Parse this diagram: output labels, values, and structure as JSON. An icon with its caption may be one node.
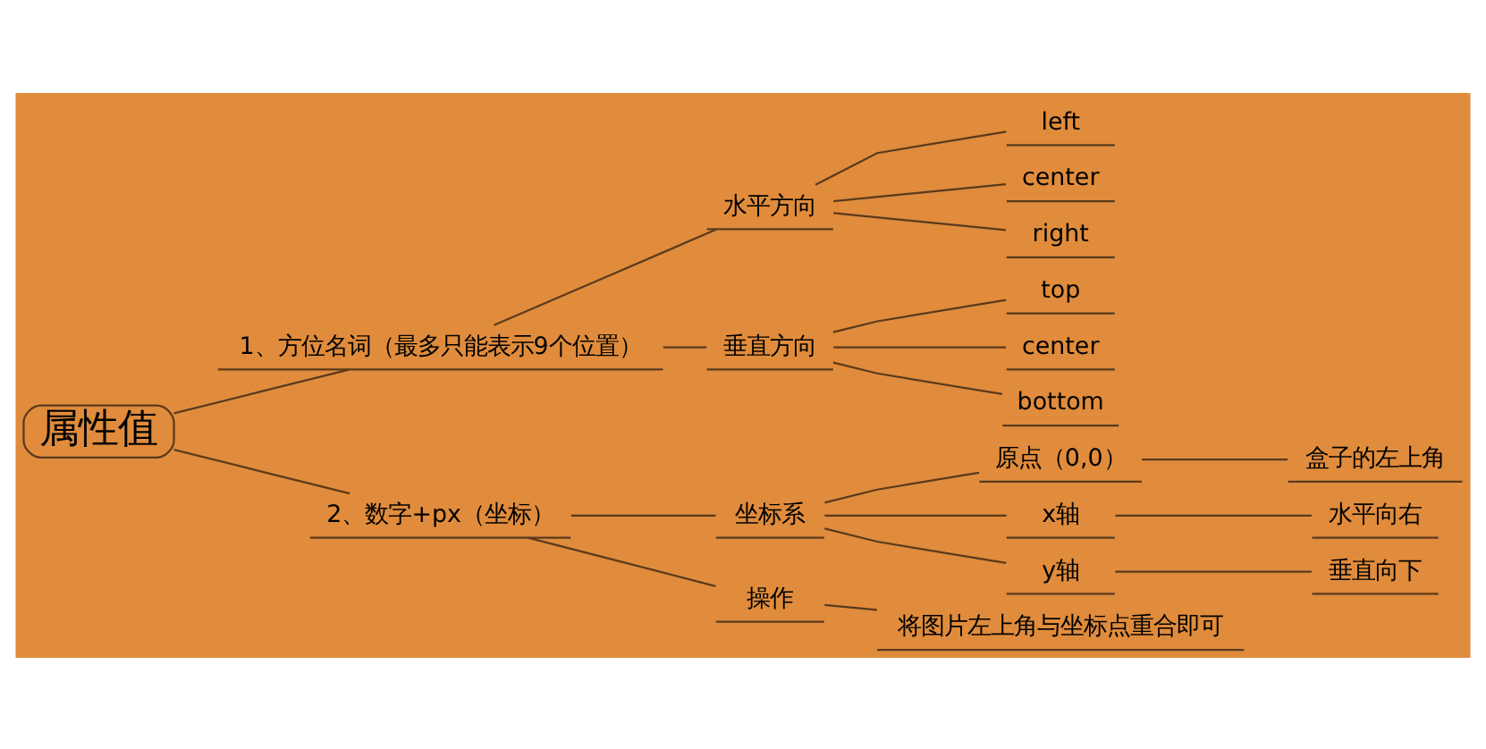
{
  "diagram": {
    "nodes": [
      {
        "text": [
          "属性值"
        ]
      },
      {
        "text": [
          "1、方位名词（最多只能表示9个位置）"
        ]
      },
      {
        "text": [
          "水平方向"
        ]
      },
      {
        "text": [
          "left"
        ]
      },
      {
        "text": [
          "center"
        ]
      },
      {
        "text": [
          "right"
        ]
      },
      {
        "text": [
          "垂直方向"
        ]
      },
      {
        "text": [
          "top"
        ]
      },
      {
        "text": [
          "center"
        ]
      },
      {
        "text": [
          "bottom"
        ]
      },
      {
        "text": [
          "2、数字+px（坐标）"
        ]
      },
      {
        "text": [
          "坐标系"
        ]
      },
      {
        "text": [
          "原点（0,0）"
        ]
      },
      {
        "text": [
          "盒子的左上角"
        ]
      },
      {
        "text": [
          "x轴"
        ]
      },
      {
        "text": [
          "水平向右"
        ]
      },
      {
        "text": [
          "y轴"
        ]
      },
      {
        "text": [
          "垂直向下"
        ]
      },
      {
        "text": [
          "操作"
        ]
      },
      {
        "text": [
          "将图片左上角与坐标点重合即可"
        ]
      }
    ],
    "edges": [
      {
        "from": 0,
        "to": 1,
        "arrow": "none"
      },
      {
        "from": 1,
        "to": 2,
        "arrow": "none"
      },
      {
        "from": 2,
        "to": 3,
        "arrow": "none"
      },
      {
        "from": 2,
        "to": 4,
        "arrow": "none"
      },
      {
        "from": 2,
        "to": 5,
        "arrow": "none"
      },
      {
        "from": 1,
        "to": 6,
        "arrow": "none"
      },
      {
        "from": 6,
        "to": 7,
        "arrow": "none"
      },
      {
        "from": 6,
        "to": 8,
        "arrow": "none"
      },
      {
        "from": 6,
        "to": 9,
        "arrow": "none"
      },
      {
        "from": 0,
        "to": 10,
        "arrow": "none"
      },
      {
        "from": 10,
        "to": 11,
        "arrow": "none"
      },
      {
        "from": 11,
        "to": 12,
        "arrow": "none"
      },
      {
        "from": 12,
        "to": 13,
        "arrow": "none"
      },
      {
        "from": 11,
        "to": 14,
        "arrow": "none"
      },
      {
        "from": 14,
        "to": 15,
        "arrow": "none"
      },
      {
        "from": 11,
        "to": 16,
        "arrow": "none"
      },
      {
        "from": 16,
        "to": 17,
        "arrow": "none"
      },
      {
        "from": 10,
        "to": 18,
        "arrow": "none"
      },
      {
        "from": 18,
        "to": 19,
        "arrow": "none"
      }
    ]
  }
}
